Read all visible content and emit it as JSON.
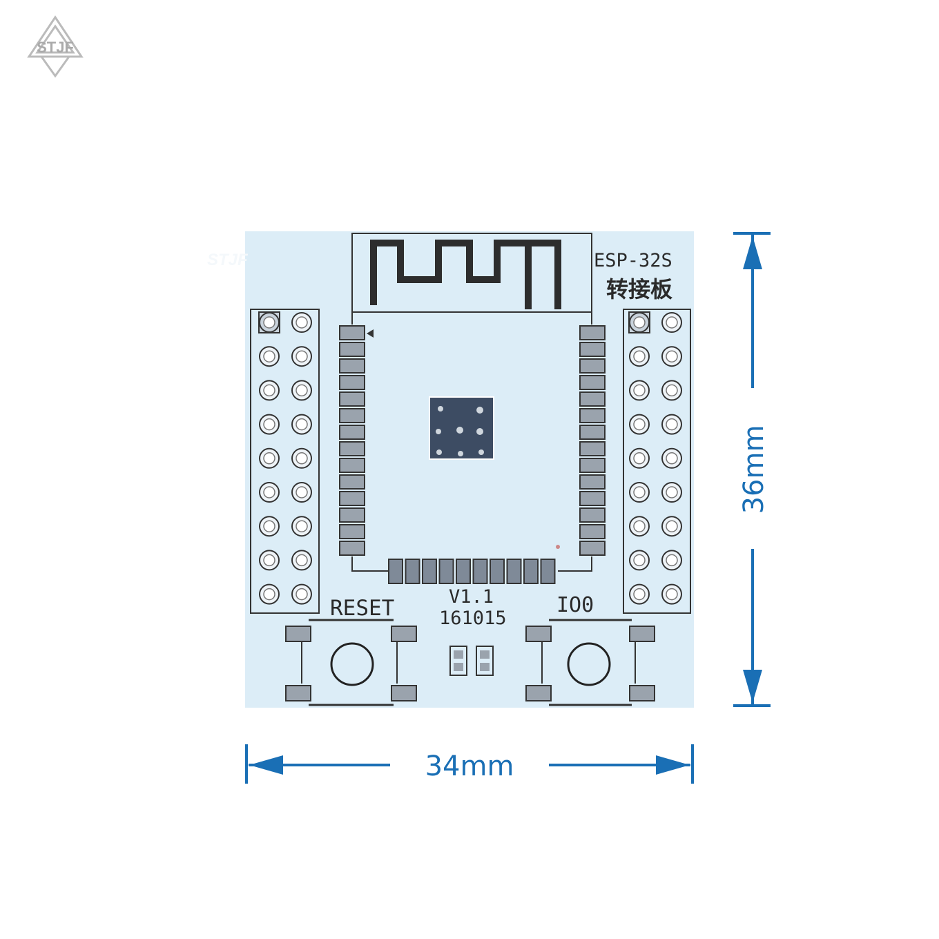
{
  "logo": {
    "text": "STJF"
  },
  "watermark": {
    "text": "STJF"
  },
  "board": {
    "silkscreen_title": "ESP-32S",
    "silkscreen_subtitle": "转接板",
    "version": "V1.1",
    "date_code": "161015",
    "reset_label": "RESET",
    "io0_label": "IO0",
    "header_pins_per_side": 18,
    "module_pads_side": 14,
    "module_pads_bottom": 10
  },
  "dimensions": {
    "height": "36mm",
    "width": "34mm"
  },
  "colors": {
    "board": "#dcedf7",
    "dimension": "#1a6fb5",
    "pad": "#9aa3ad",
    "chip": "#3d4c63"
  }
}
